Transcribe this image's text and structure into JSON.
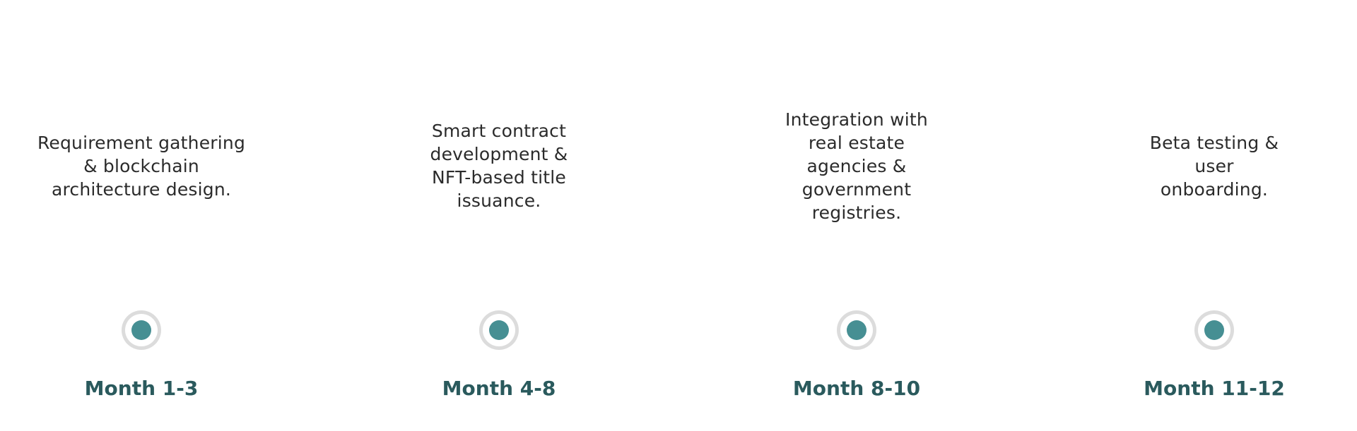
{
  "timeline": {
    "accent_color": "#468f93",
    "label_color": "#2a5a5d",
    "phases": [
      {
        "description": "Requirement gathering & blockchain architecture design.",
        "label": "Month 1-3"
      },
      {
        "description": "Smart contract development & NFT-based title issuance.",
        "label": "Month 4-8"
      },
      {
        "description": "Integration with real estate agencies & government registries.",
        "label": "Month 8-10"
      },
      {
        "description": "Beta testing & user onboarding.",
        "label": "Month 11-12"
      }
    ]
  }
}
